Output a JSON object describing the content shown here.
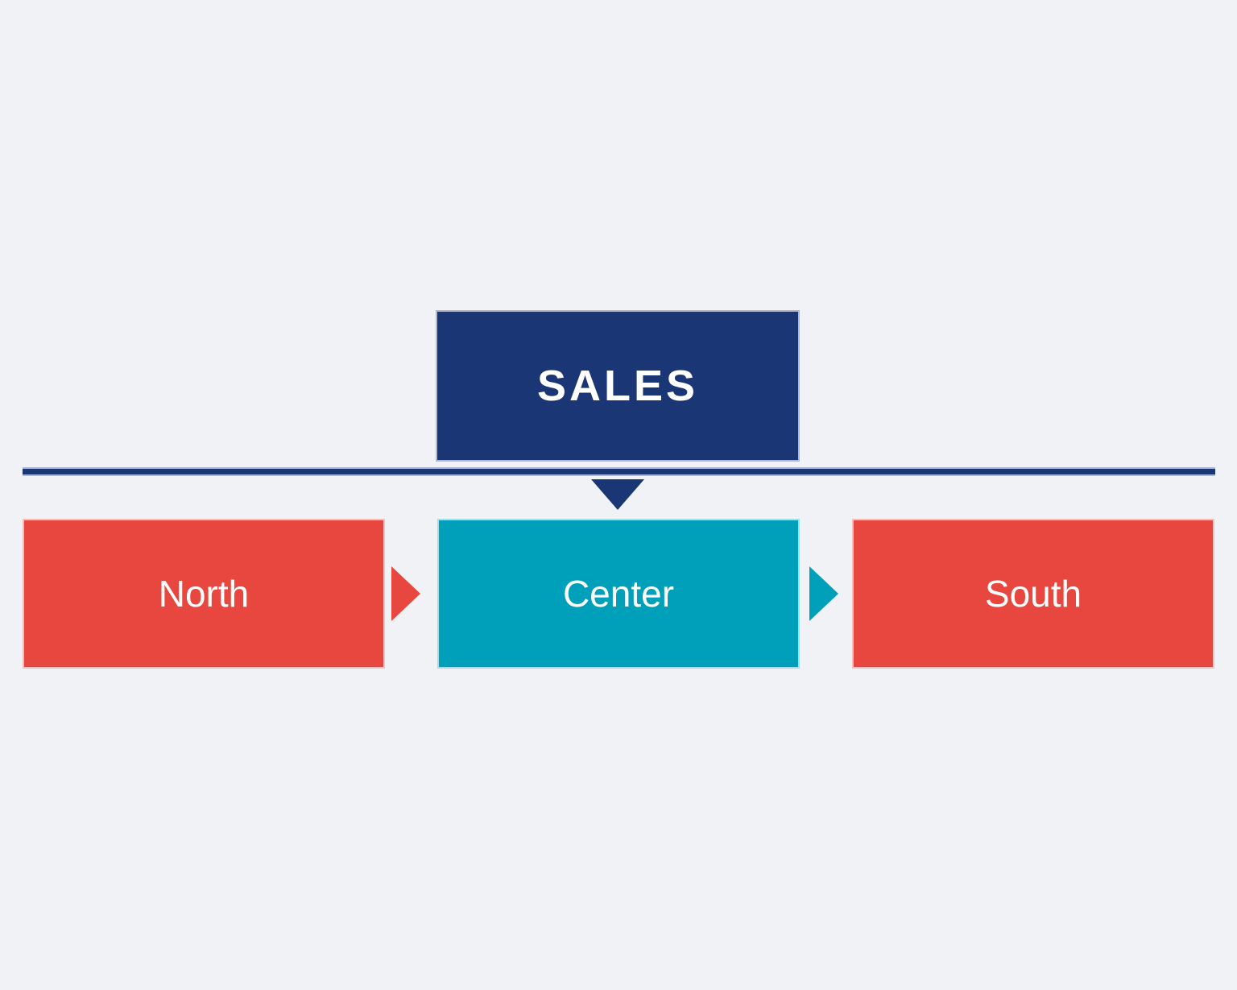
{
  "diagram": {
    "type": "flowchart",
    "root": {
      "label": "SALES",
      "color": "#1b3674"
    },
    "children": [
      {
        "label": "North",
        "color": "#e8473f"
      },
      {
        "label": "Center",
        "color": "#00a0ba"
      },
      {
        "label": "South",
        "color": "#e8473f"
      }
    ],
    "connectors": [
      {
        "name": "divider-line",
        "shape": "horizontal-line",
        "color": "#1b3674"
      },
      {
        "name": "root-to-center",
        "shape": "triangle-down",
        "color": "#1b3674"
      },
      {
        "name": "north-to-center",
        "shape": "triangle-right",
        "color": "#e8473f"
      },
      {
        "name": "center-to-south",
        "shape": "triangle-right",
        "color": "#00a0ba"
      }
    ],
    "colors": {
      "background": "#f1f2f5",
      "navy": "#1b3674",
      "red": "#e8473f",
      "teal": "#00a0ba",
      "text": "#ffffff"
    }
  }
}
